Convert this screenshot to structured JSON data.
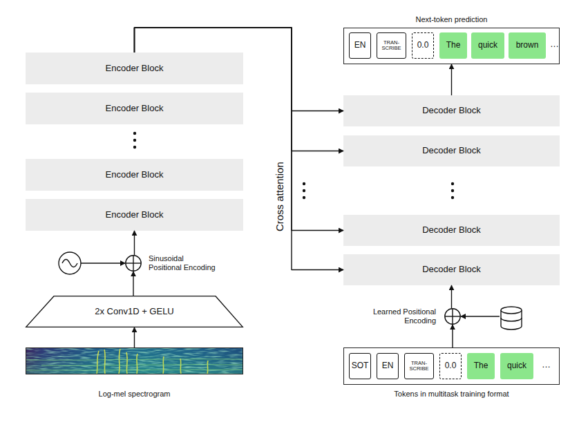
{
  "diagram": {
    "nodes": [
      {
        "text": [
          "Encoder Block"
        ]
      },
      {
        "text": [
          "Encoder Block"
        ]
      },
      {
        "text": [
          "Encoder Block"
        ]
      },
      {
        "text": [
          "Encoder Block"
        ]
      },
      {
        "text": [
          "Sinusoidal Positional Encoding"
        ]
      },
      {
        "text": [
          "2x Conv1D + GELU"
        ]
      },
      {
        "text": [
          "Log-mel spectrogram"
        ]
      },
      {
        "text": [
          "Next-token prediction",
          "…"
        ]
      },
      {
        "text": [
          "EN"
        ],
        "in": 7
      },
      {
        "text": [
          "TRAN- SCRIBE"
        ],
        "in": 7
      },
      {
        "text": [
          "0.0"
        ],
        "in": 7
      },
      {
        "text": [
          "The"
        ],
        "in": 7
      },
      {
        "text": [
          "quick"
        ],
        "in": 7
      },
      {
        "text": [
          "brown"
        ],
        "in": 7
      },
      {
        "text": [
          "Decoder Block"
        ]
      },
      {
        "text": [
          "Decoder Block"
        ]
      },
      {
        "text": [
          "Decoder Block"
        ]
      },
      {
        "text": [
          "Decoder Block"
        ]
      },
      {
        "text": [
          "Learned Positional Encoding"
        ]
      },
      {
        "text": [
          "Tokens in multitask training format",
          "…"
        ]
      },
      {
        "text": [
          "SOT"
        ],
        "in": 19
      },
      {
        "text": [
          "EN"
        ],
        "in": 19
      },
      {
        "text": [
          "TRAN- SCRIBE"
        ],
        "in": 19
      },
      {
        "text": [
          "0.0"
        ],
        "in": 19
      },
      {
        "text": [
          "The"
        ],
        "in": 19
      },
      {
        "text": [
          "quick"
        ],
        "in": 19
      }
    ],
    "edges": [
      {
        "from": 6,
        "to": 5,
        "arrow": "to"
      },
      {
        "from": 5,
        "to": 4,
        "arrow": "to"
      },
      {
        "from": 4,
        "to": 3,
        "arrow": "to"
      },
      {
        "from": 0,
        "to": 14,
        "arrow": "to"
      },
      {
        "from": 0,
        "to": 15,
        "arrow": "to"
      },
      {
        "from": 0,
        "to": 16,
        "arrow": "to"
      },
      {
        "from": 0,
        "to": 17,
        "arrow": "to"
      },
      {
        "from": 19,
        "to": 18,
        "arrow": "to"
      },
      {
        "from": 18,
        "to": 17,
        "arrow": "to"
      },
      {
        "from": 14,
        "to": 7,
        "arrow": "to"
      }
    ],
    "labels": [
      "Cross attention"
    ]
  }
}
